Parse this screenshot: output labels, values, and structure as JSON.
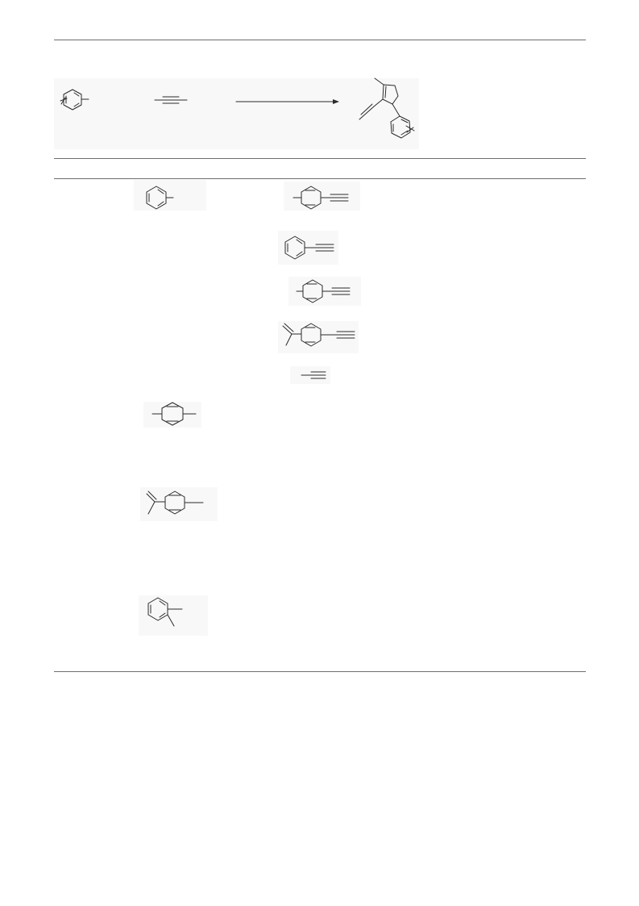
{
  "document": {
    "type": "reaction-table-page",
    "scheme_structures": [
      "substituted-benzene",
      "alkyne",
      "reaction-arrow",
      "alkynyl-heterocycle-product"
    ],
    "table_rows": [
      {
        "substrate": "toluene",
        "alkyne": "4-methylphenylacetylene"
      },
      {
        "substrate": "",
        "alkyne": "phenylacetylene"
      },
      {
        "substrate": "",
        "alkyne": "4-methylphenylacetylene"
      },
      {
        "substrate": "",
        "alkyne": "4-isopropenylphenylacetylene"
      },
      {
        "substrate": "",
        "alkyne": "propyne"
      },
      {
        "substrate": "p-xylene",
        "alkyne": ""
      },
      {
        "substrate": "4-isopropenyltoluene",
        "alkyne": ""
      },
      {
        "substrate": "o-xylene",
        "alkyne": ""
      }
    ]
  }
}
